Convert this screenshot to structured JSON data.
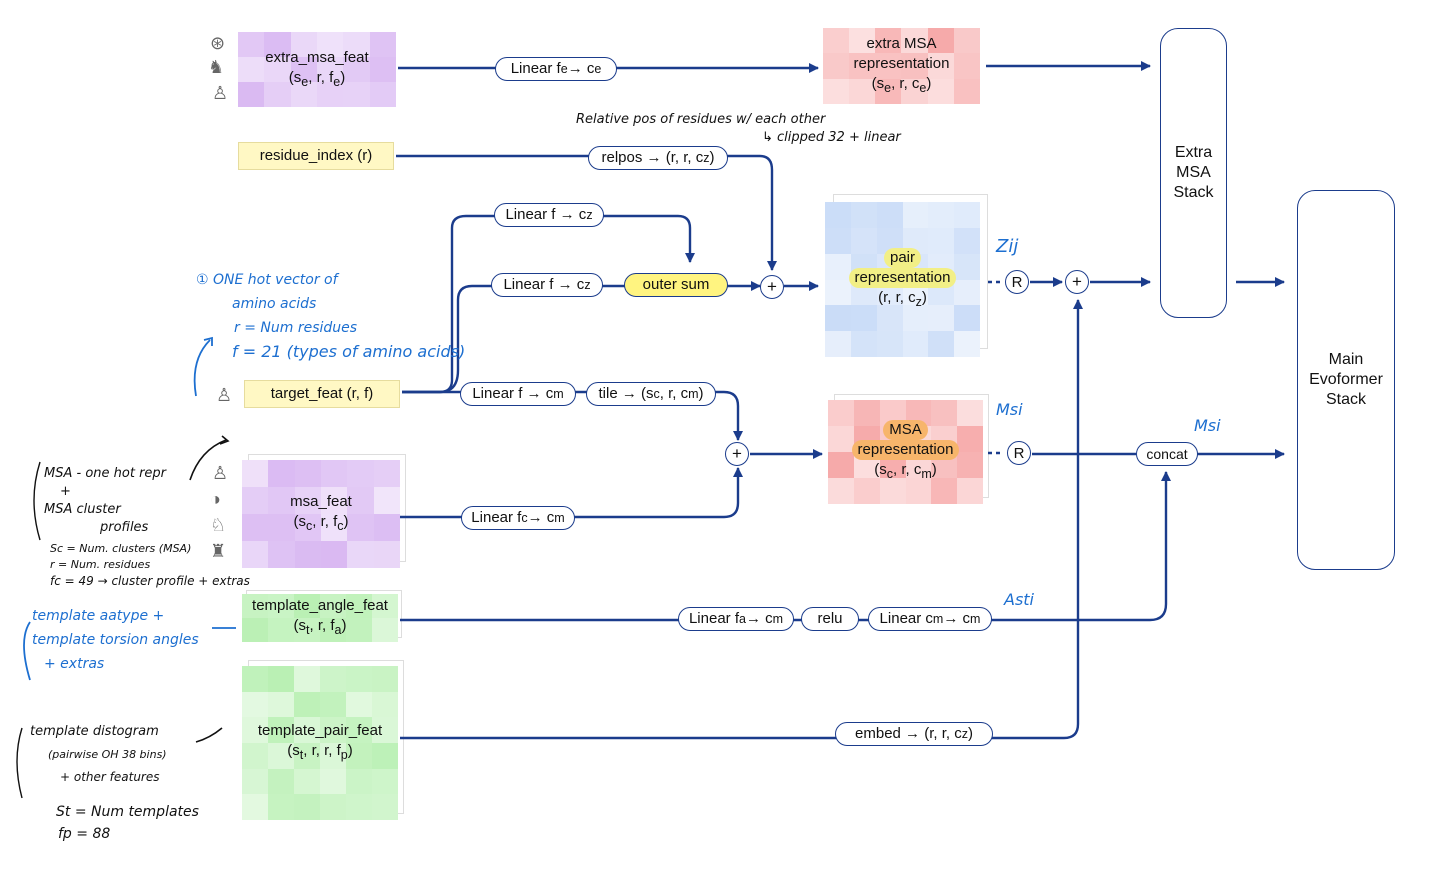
{
  "features": {
    "extra_msa_feat": {
      "name": "extra_msa_feat",
      "shape": "(s<sub>e</sub>, r, f<sub>e</sub>)"
    },
    "residue_index": {
      "name": "residue_index (r)"
    },
    "target_feat": {
      "name": "target_feat (r, f)"
    },
    "msa_feat": {
      "name": "msa_feat",
      "shape": "(s<sub>c</sub>, r, f<sub>c</sub>)"
    },
    "template_angle_feat": {
      "name": "template_angle_feat",
      "shape": "(s<sub>t</sub>, r, f<sub>a</sub>)"
    },
    "template_pair_feat": {
      "name": "template_pair_feat",
      "shape": "(s<sub>t</sub>, r, r, f<sub>p</sub>)"
    }
  },
  "ops": {
    "linear_fe": "Linear f<sub>e</sub> → c<sub>e</sub>",
    "relpos": "relpos → (r, r, c<sub>z</sub>)",
    "linear_fz1": "Linear f → c<sub>z</sub>",
    "linear_fz2": "Linear f → c<sub>z</sub>",
    "outer_sum": "outer sum",
    "linear_fm": "Linear f → c<sub>m</sub>",
    "tile": "tile → (s<sub>c</sub>, r, c<sub>m</sub>)",
    "linear_fc": "Linear f<sub>c</sub>→ c<sub>m</sub>",
    "linear_fa": "Linear f<sub>a</sub> → c<sub>m</sub>",
    "relu": "relu",
    "linear_cm": "Linear c<sub>m</sub> → c<sub>m</sub>",
    "embed": "embed → (r, r, c<sub>z</sub>)",
    "concat": "concat",
    "plus": "+",
    "recycle": "R"
  },
  "representations": {
    "extra_msa": {
      "line1": "extra MSA",
      "line2": "representation",
      "shape": "(s<sub>e</sub>, r, c<sub>e</sub>)"
    },
    "pair": {
      "line1": "pair",
      "line2": "representation",
      "shape": "(r, r, c<sub>z</sub>)"
    },
    "msa": {
      "line1": "MSA",
      "line2": "representation",
      "shape": "(s<sub>c</sub>, r, c<sub>m</sub>)"
    }
  },
  "stacks": {
    "extra_msa_stack": "Extra<br>MSA<br>Stack",
    "evoformer_stack": "Main<br>Evoformer<br>Stack"
  },
  "annotations": {
    "relpos_note1": "Relative pos of residues w/ each other",
    "relpos_note2": "↳ clipped 32 + linear",
    "onehot1": "① ONE hot vector of",
    "onehot2": "amino acids",
    "onehot3": "r = Num residues",
    "onehot4": "f = 21 (types of amino acids)",
    "zij": "Zij",
    "msi1": "Msi",
    "msi2": "Msi",
    "asti": "Asti",
    "msa_note1": "MSA - one hot repr",
    "msa_note2": "+",
    "msa_note3": "MSA cluster",
    "msa_note4": "profiles",
    "sc_note": "Sc = Num. clusters (MSA)",
    "r_note": "r = Num. residues",
    "fc_note": "fc = 49 → cluster profile + extras",
    "tmpl_angle1": "template aatype +",
    "tmpl_angle2": "template torsion angles",
    "tmpl_angle3": "+ extras",
    "tmpl_pair1": "template distogram",
    "tmpl_pair2": "(pairwise OH 38 bins)",
    "tmpl_pair3": "+ other features",
    "st_note": "St = Num templates",
    "fp_note": "fp = 88"
  },
  "colors": {
    "wire": "#1b3c8c",
    "purple": "#d9b8f2",
    "red": "#f6a8a8",
    "blue": "#c7daf7",
    "green": "#b9f0b3",
    "yellow": "#fff8c4",
    "highlight": "#f2ef86",
    "orange": "#f7b56b",
    "blue_ink": "#1d6fd0"
  }
}
